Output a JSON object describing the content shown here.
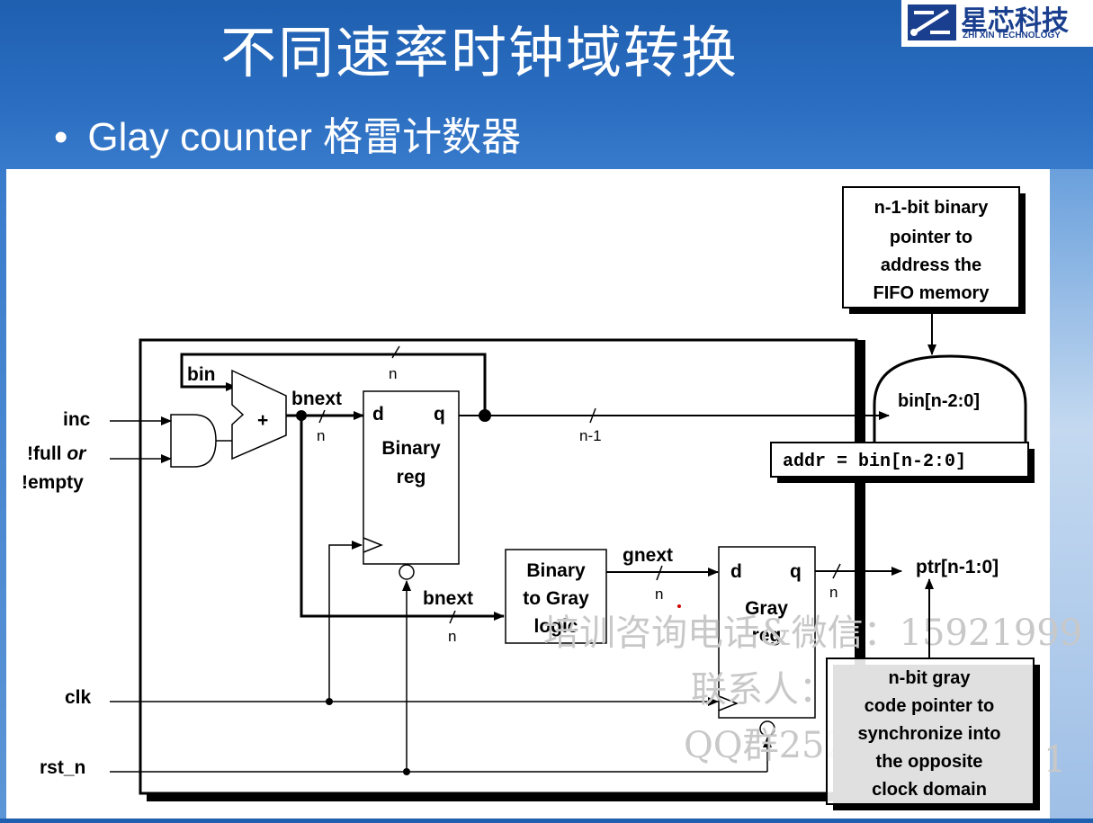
{
  "title": "不同速率时钟域转换",
  "logo": {
    "name": "星芯科技",
    "subtitle": "ZHI XIN TECHNOLOGY"
  },
  "bullet": {
    "symbol": "•",
    "text": "Glay counter 格雷计数器"
  },
  "diagram": {
    "inputs": {
      "inc": "inc",
      "full_a": "!full",
      "full_or": "or",
      "empty": "!empty",
      "clk": "clk",
      "rst": "rst_n"
    },
    "signals": {
      "bin": "bin",
      "bnext": "bnext",
      "bnext2": "bnext",
      "gnext": "gnext",
      "n": "n",
      "n1": "n-1"
    },
    "adder": "+",
    "binary_reg": {
      "d": "d",
      "q": "q",
      "line1": "Binary",
      "line2": "reg"
    },
    "gray_reg": {
      "d": "d",
      "q": "q",
      "line1": "Gray",
      "line2": "reg"
    },
    "converter": {
      "line1": "Binary",
      "line2": "to Gray",
      "line3": "logic"
    },
    "memory_label": "bin[n-2:0]",
    "addr_label": "addr = bin[n-2:0]",
    "ptr_label": "ptr[n-1:0]",
    "note_top": [
      "n-1-bit binary",
      "pointer to",
      "address the",
      "FIFO memory"
    ],
    "note_bottom": [
      "n-bit gray",
      "code pointer to",
      "synchronize into",
      "the opposite",
      "clock domain"
    ]
  },
  "watermark": {
    "line1": "培训咨询电话&微信：15921999",
    "line2": "联系人：尤老师",
    "line3": "QQ群252520964",
    "edge": "1"
  }
}
